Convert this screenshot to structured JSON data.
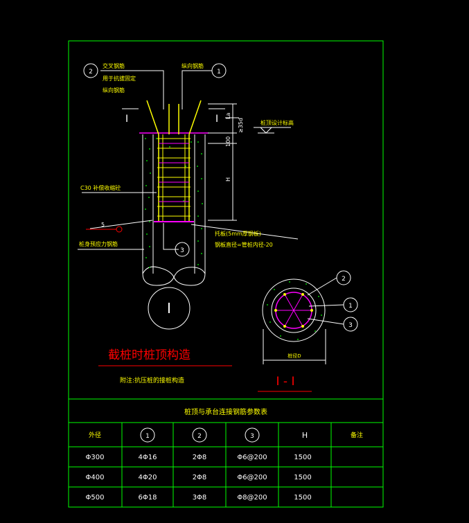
{
  "colors": {
    "background": "#000000",
    "frame": "#00ff00",
    "line": "#ffffff",
    "rebar": "#ffff00",
    "stirrup": "#ff00ff",
    "red": "#ff0000",
    "concrete": "#00cc00"
  },
  "labels": {
    "cross_rebar": "交叉钢筋",
    "cross_rebar_note1": "用于抗拔固定",
    "cross_rebar_note2": "纵向钢筋",
    "long_rebar": "纵向钢筋",
    "pile_top_elev": "桩顶设计标高",
    "dim_la": "La",
    "dim_35d": "≥35d",
    "dim_100": "100",
    "dim_h": "H",
    "concrete": "C30 补偿收缩砼",
    "five": "5",
    "stirrup_note": "桩身预应力钢筋",
    "plate_note1": "托板(5mm厚钢板)",
    "plate_note2": "钢板直径=管桩内径-20",
    "section_mark": "I",
    "cut_mark_left": "I",
    "cut_mark_right": "I",
    "dim_d": "桩径D"
  },
  "callouts": {
    "c1": "1",
    "c2": "2",
    "c3": "3",
    "s1": "1",
    "s2": "2",
    "s3": "3"
  },
  "titles": {
    "main": "截桩时桩顶构造",
    "note": "附注:抗压桩的接桩构造",
    "section": "I - I"
  },
  "table": {
    "title": "桩顶与承台连接钢筋参数表",
    "headers": [
      "外径",
      "1",
      "2",
      "3",
      "H",
      "备注"
    ],
    "rows": [
      [
        "Φ300",
        "4Φ16",
        "2Φ8",
        "Φ6@200",
        "1500",
        ""
      ],
      [
        "Φ400",
        "4Φ20",
        "2Φ8",
        "Φ6@200",
        "1500",
        ""
      ],
      [
        "Φ500",
        "6Φ18",
        "3Φ8",
        "Φ8@200",
        "1500",
        ""
      ]
    ]
  }
}
